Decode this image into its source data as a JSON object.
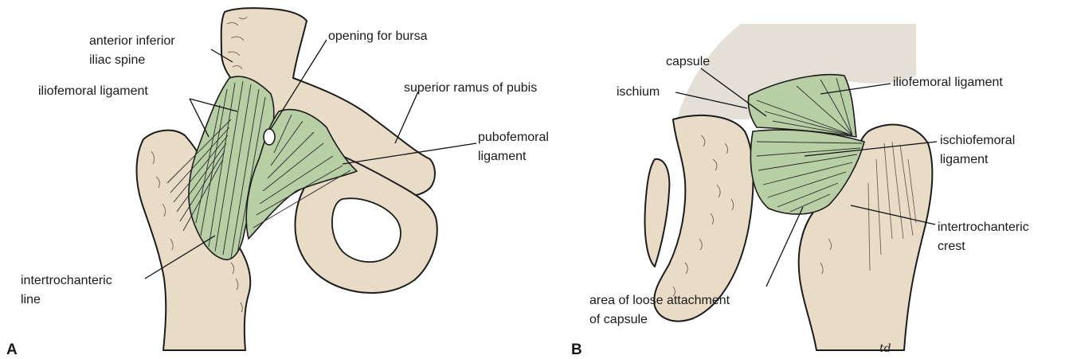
{
  "panels": {
    "a": {
      "letter": "A",
      "labels": {
        "aiis_l1": "anterior inferior",
        "aiis_l2": "iliac spine",
        "iliofemoral": "iliofemoral ligament",
        "bursa": "opening for bursa",
        "sup_ramus": "superior ramus of pubis",
        "pubofemoral_l1": "pubofemoral",
        "pubofemoral_l2": "ligament",
        "intertroch_l1": "intertrochanteric",
        "intertroch_l2": "line"
      }
    },
    "b": {
      "letter": "B",
      "labels": {
        "capsule": "capsule",
        "ischium": "ischium",
        "iliofemoral": "iliofemoral ligament",
        "ischiofemoral_l1": "ischiofemoral",
        "ischiofemoral_l2": "ligament",
        "crest_l1": "intertrochanteric",
        "crest_l2": "crest",
        "loose_l1": "area of loose attachment",
        "loose_l2": "of capsule"
      },
      "signature": "td"
    }
  },
  "colors": {
    "bone": "#e9dcc6",
    "ligament": "#b8cfa6",
    "outline": "#1c1c1c"
  }
}
